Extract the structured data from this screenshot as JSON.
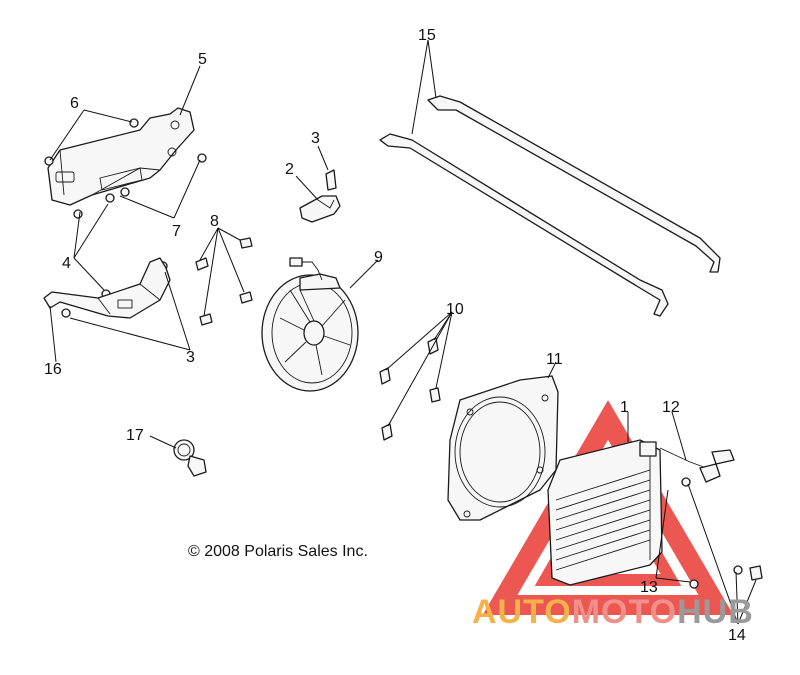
{
  "diagram": {
    "callouts": [
      "1",
      "2",
      "3",
      "3",
      "4",
      "5",
      "6",
      "7",
      "8",
      "9",
      "10",
      "11",
      "12",
      "13",
      "14",
      "15",
      "16",
      "17"
    ],
    "copyright": "© 2008 Polaris Sales Inc.",
    "watermark": {
      "text_part1": "AUTO",
      "text_part2": "MOTO",
      "text_part3": "HUB",
      "colors": {
        "triangle": "#e8332d",
        "auto": "#f6b24a",
        "moto": "#f19088",
        "hub": "#9a9a9a"
      }
    }
  }
}
